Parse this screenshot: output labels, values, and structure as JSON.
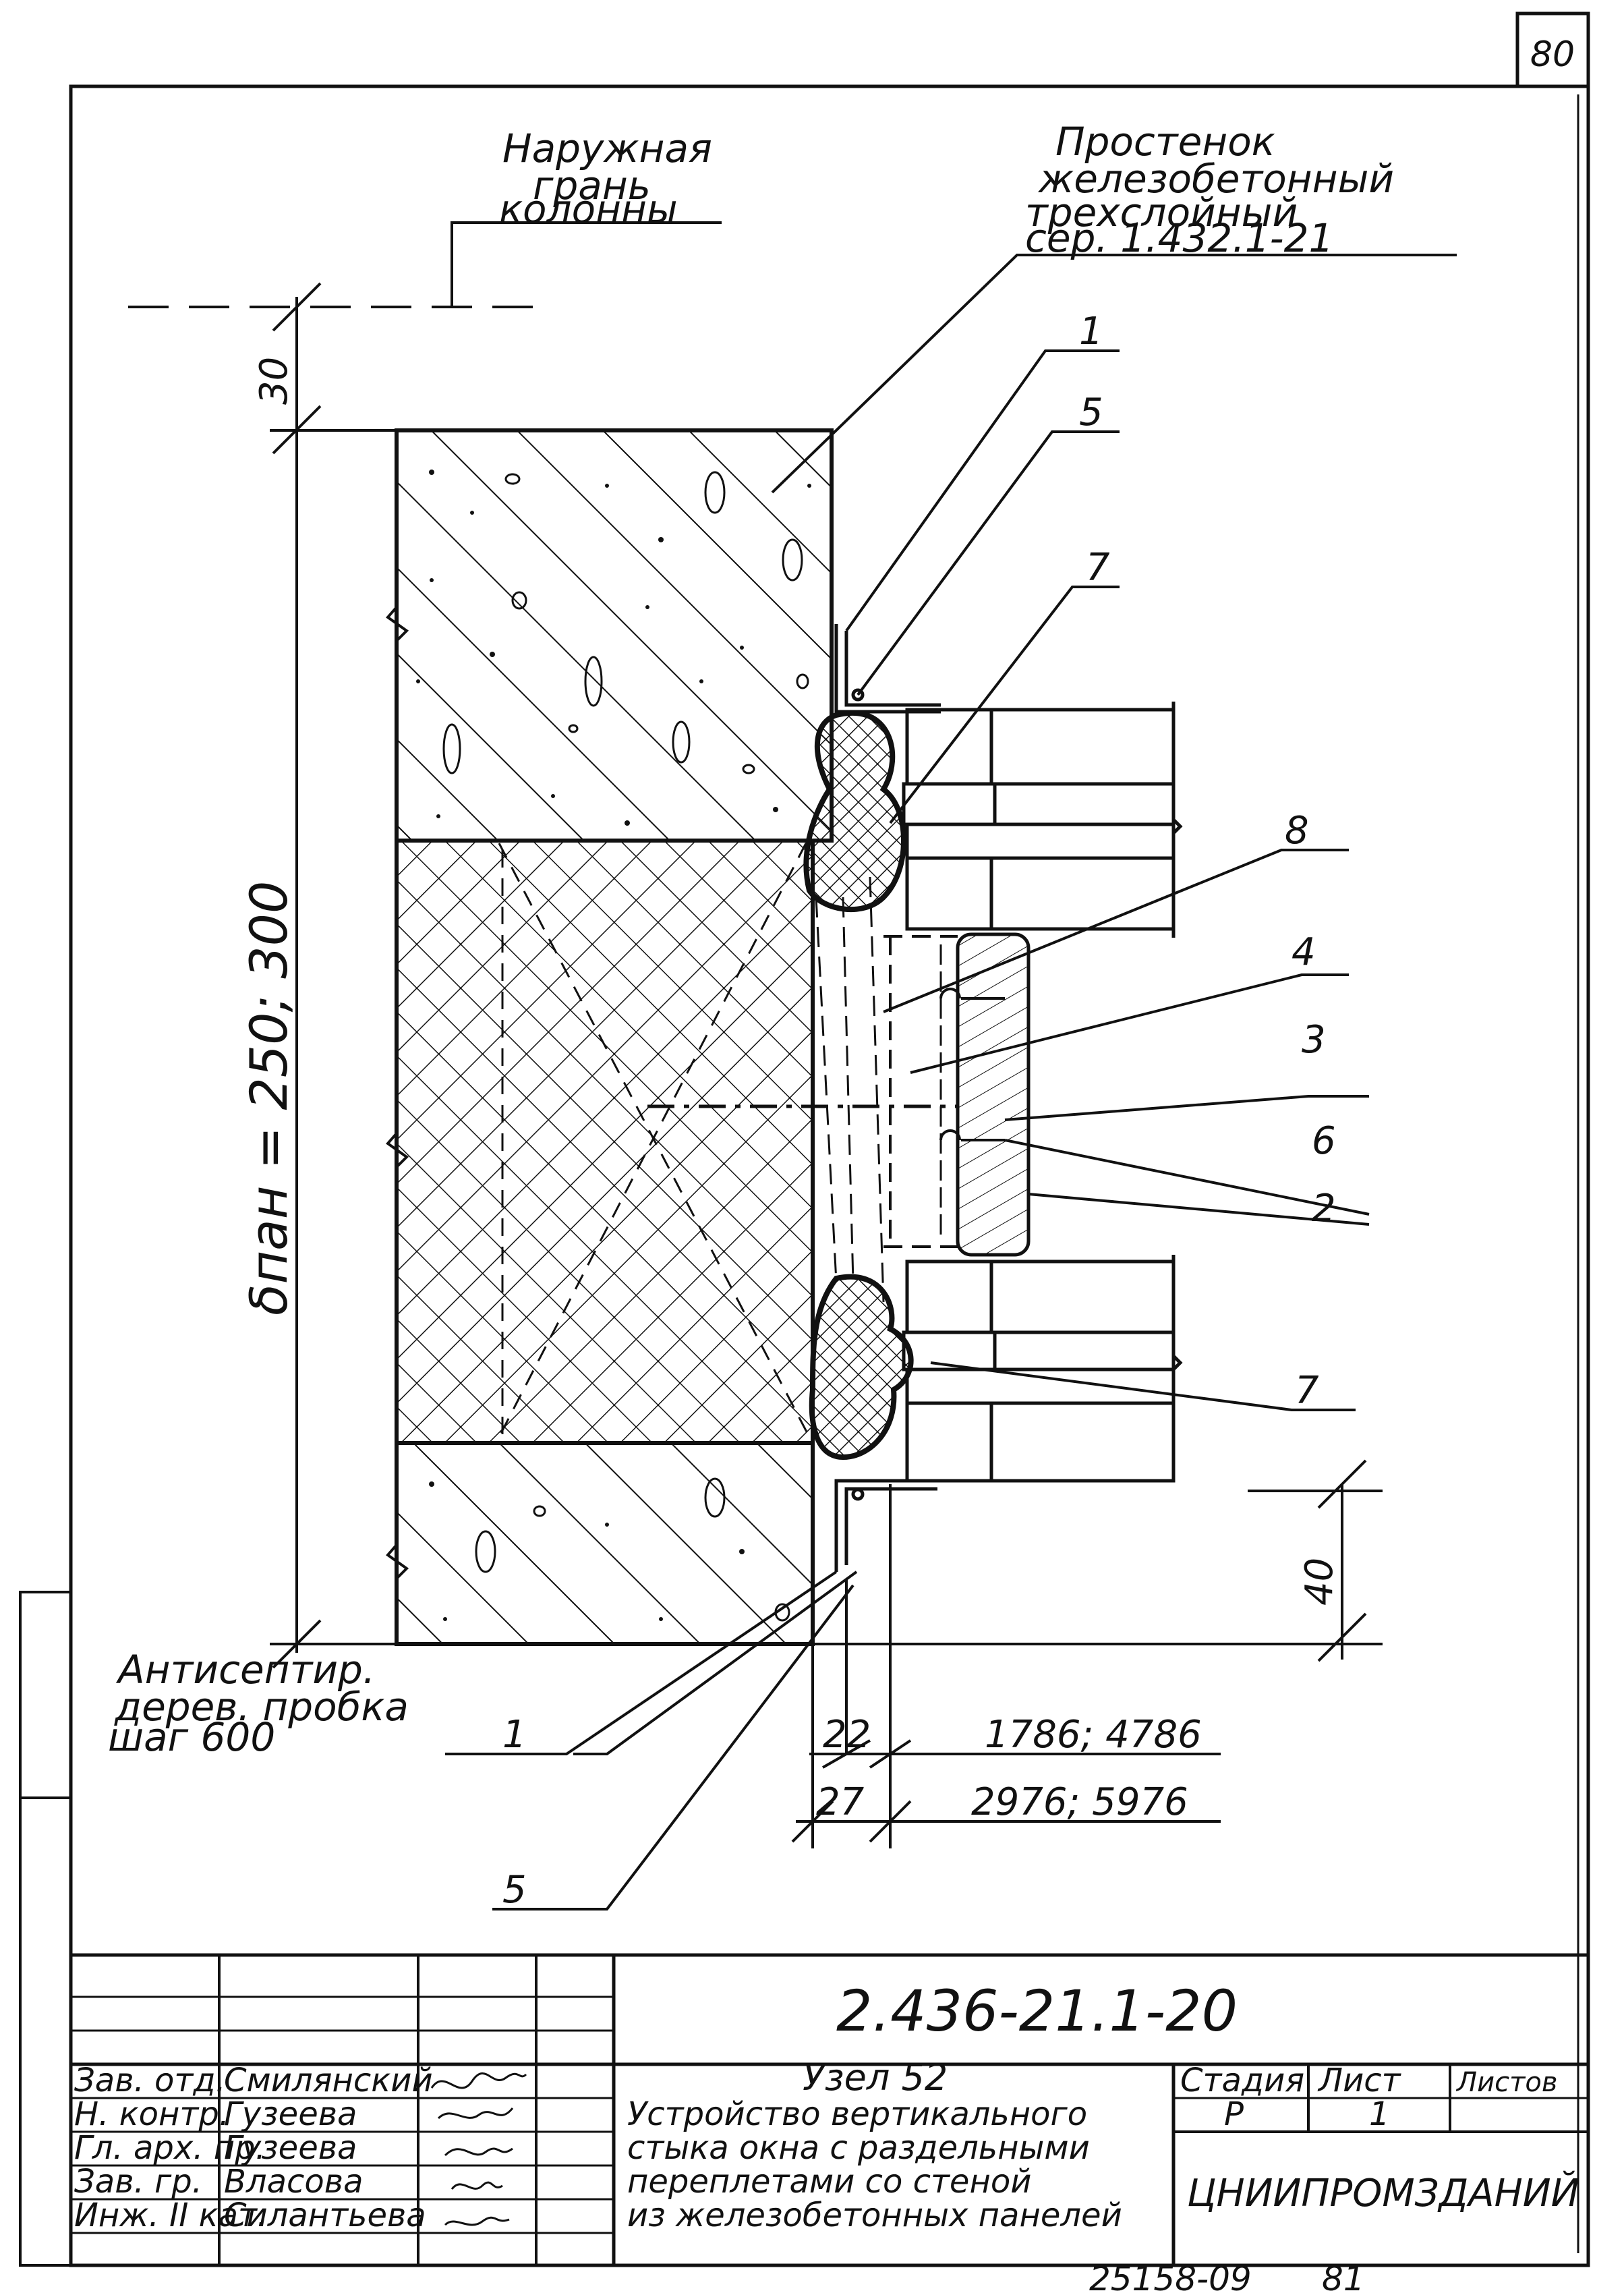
{
  "sheet": {
    "page_number": "80",
    "designation": "2.436-21.1-20",
    "archive_number": "25158-09",
    "archive_sheet": "81"
  },
  "callouts": {
    "column_face": [
      "Наружная",
      "грань",
      "колонны"
    ],
    "pier": [
      "Простенок",
      "железобетонный",
      "трехслойный",
      "сер. 1.432.1-21"
    ],
    "plug": [
      "Антисептир.",
      "дерев. пробка",
      "шаг 600"
    ]
  },
  "markers": [
    "1",
    "5",
    "7",
    "8",
    "4",
    "3",
    "6",
    "2",
    "7",
    "1",
    "5"
  ],
  "dimensions": {
    "top_gap": "30",
    "panel": "δпан = 250; 300",
    "bottom_gap": "40",
    "d22": "22",
    "d27": "27",
    "range_a": "1786; 4786",
    "range_b": "2976; 5976"
  },
  "title_block": {
    "roles": [
      "Зав. отд.",
      "Н. контр.",
      "Гл. арх. пр.",
      "Зав. гр.",
      "Инж. II кат."
    ],
    "names": [
      "Смилянский",
      "Гузеева",
      "Гузеева",
      "Власова",
      "Силантьева"
    ],
    "title_lines": [
      "Узел 52",
      "Устройство вертикального",
      "стыка окна с раздельными",
      "переплетами со стеной",
      "из железобетонных панелей"
    ],
    "stage_label": "Стадия",
    "sheet_label": "Лист",
    "sheets_label": "Листов",
    "stage_value": "Р",
    "sheet_value": "1",
    "organization": "ЦНИИПРОМЗДАНИЙ"
  }
}
